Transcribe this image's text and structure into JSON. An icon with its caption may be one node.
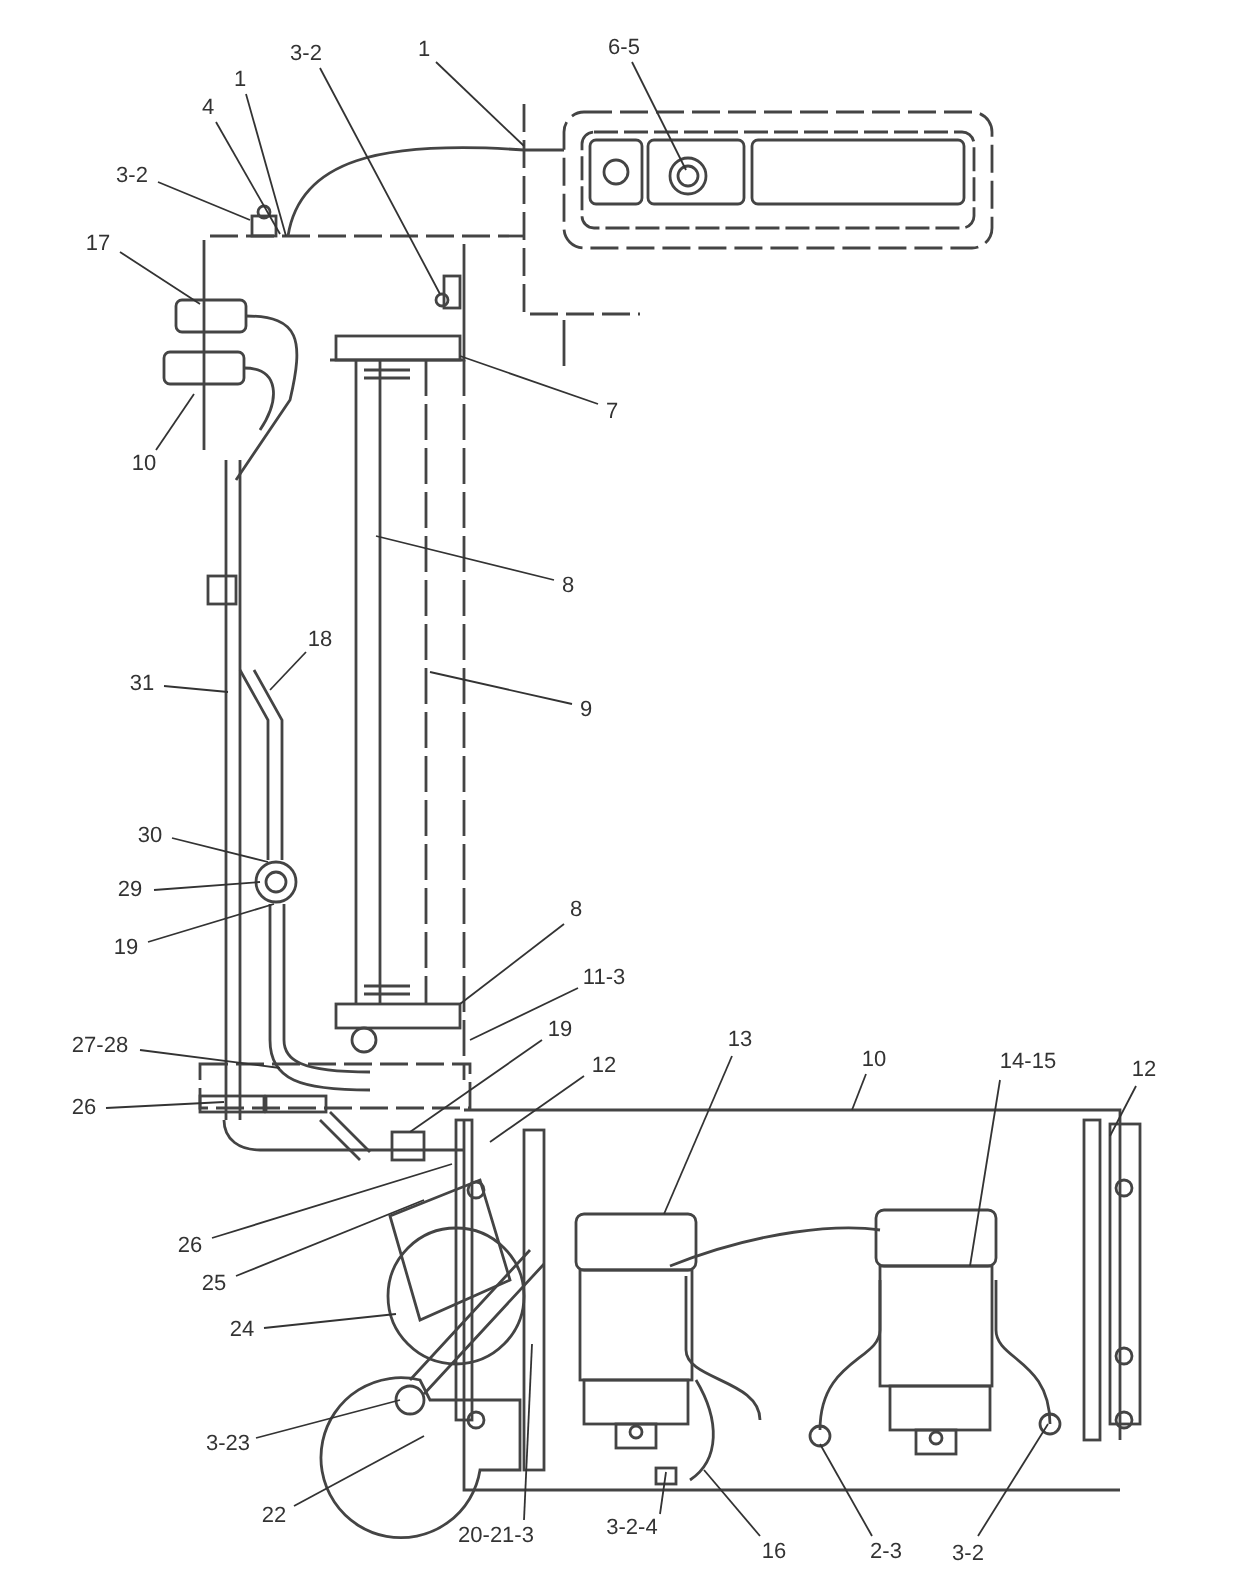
{
  "diagram": {
    "nodes": [
      {
        "text": [
          "3-2"
        ]
      },
      {
        "text": [
          "1"
        ]
      },
      {
        "text": [
          "6-5"
        ]
      },
      {
        "text": [
          "1"
        ]
      },
      {
        "text": [
          "4"
        ]
      },
      {
        "text": [
          "3-2"
        ]
      },
      {
        "text": [
          "17"
        ]
      },
      {
        "text": [
          "7"
        ]
      },
      {
        "text": [
          "10"
        ]
      },
      {
        "text": [
          "8"
        ]
      },
      {
        "text": [
          "18"
        ]
      },
      {
        "text": [
          "31"
        ]
      },
      {
        "text": [
          "9"
        ]
      },
      {
        "text": [
          "30"
        ]
      },
      {
        "text": [
          "29"
        ]
      },
      {
        "text": [
          "19"
        ]
      },
      {
        "text": [
          "8"
        ]
      },
      {
        "text": [
          "11-3"
        ]
      },
      {
        "text": [
          "27-28"
        ]
      },
      {
        "text": [
          "19"
        ]
      },
      {
        "text": [
          "12"
        ]
      },
      {
        "text": [
          "26"
        ]
      },
      {
        "text": [
          "13"
        ]
      },
      {
        "text": [
          "10"
        ]
      },
      {
        "text": [
          "14-15"
        ]
      },
      {
        "text": [
          "12"
        ]
      },
      {
        "text": [
          "26"
        ]
      },
      {
        "text": [
          "25"
        ]
      },
      {
        "text": [
          "24"
        ]
      },
      {
        "text": [
          "3-23"
        ]
      },
      {
        "text": [
          "22"
        ]
      },
      {
        "text": [
          "20-21-3"
        ]
      },
      {
        "text": [
          "3-2-4"
        ]
      },
      {
        "text": [
          "16"
        ]
      },
      {
        "text": [
          "2-3"
        ]
      },
      {
        "text": [
          "3-2"
        ]
      }
    ],
    "edges": [
      {
        "from": 0,
        "to": null,
        "arrow": "none"
      },
      {
        "from": 1,
        "to": null,
        "arrow": "none"
      },
      {
        "from": 2,
        "to": null,
        "arrow": "none"
      },
      {
        "from": 3,
        "to": null,
        "arrow": "none"
      },
      {
        "from": 4,
        "to": null,
        "arrow": "none"
      },
      {
        "from": 5,
        "to": null,
        "arrow": "none"
      },
      {
        "from": 6,
        "to": null,
        "arrow": "none"
      },
      {
        "from": 7,
        "to": null,
        "arrow": "none"
      },
      {
        "from": 8,
        "to": null,
        "arrow": "none"
      },
      {
        "from": 9,
        "to": null,
        "arrow": "none"
      },
      {
        "from": 10,
        "to": null,
        "arrow": "none"
      },
      {
        "from": 11,
        "to": null,
        "arrow": "none"
      },
      {
        "from": 12,
        "to": null,
        "arrow": "none"
      },
      {
        "from": 13,
        "to": null,
        "arrow": "none"
      },
      {
        "from": 14,
        "to": null,
        "arrow": "none"
      },
      {
        "from": 15,
        "to": null,
        "arrow": "none"
      },
      {
        "from": 16,
        "to": null,
        "arrow": "none"
      },
      {
        "from": 17,
        "to": null,
        "arrow": "none"
      },
      {
        "from": 18,
        "to": null,
        "arrow": "none"
      },
      {
        "from": 19,
        "to": null,
        "arrow": "none"
      },
      {
        "from": 20,
        "to": null,
        "arrow": "none"
      },
      {
        "from": 21,
        "to": null,
        "arrow": "none"
      },
      {
        "from": 22,
        "to": null,
        "arrow": "none"
      },
      {
        "from": 23,
        "to": null,
        "arrow": "none"
      },
      {
        "from": 24,
        "to": null,
        "arrow": "none"
      },
      {
        "from": 25,
        "to": null,
        "arrow": "none"
      },
      {
        "from": 26,
        "to": null,
        "arrow": "none"
      },
      {
        "from": 27,
        "to": null,
        "arrow": "none"
      },
      {
        "from": 28,
        "to": null,
        "arrow": "none"
      },
      {
        "from": 29,
        "to": null,
        "arrow": "none"
      },
      {
        "from": 30,
        "to": null,
        "arrow": "none"
      },
      {
        "from": 31,
        "to": null,
        "arrow": "none"
      },
      {
        "from": 32,
        "to": null,
        "arrow": "none"
      },
      {
        "from": 33,
        "to": null,
        "arrow": "none"
      },
      {
        "from": 34,
        "to": null,
        "arrow": "none"
      },
      {
        "from": 35,
        "to": null,
        "arrow": "none"
      }
    ]
  }
}
